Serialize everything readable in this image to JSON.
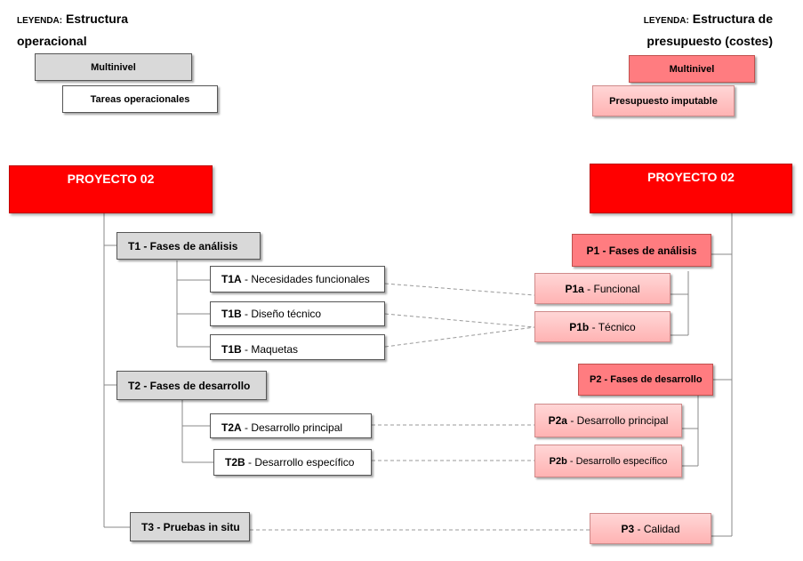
{
  "legend_left": {
    "prefix": "LEYENDA:",
    "title_1": "Estructura",
    "title_2": "operacional",
    "multilevel": "Multinivel",
    "leaf": "Tareas operacionales"
  },
  "legend_right": {
    "prefix": "LEYENDA:",
    "title_1": "Estructura de",
    "title_2": "presupuesto (costes)",
    "multilevel": "Multinivel",
    "leaf": "Presupuesto imputable"
  },
  "operational": {
    "root": "PROYECTO 02",
    "t1": "T1 - Fases de análisis",
    "t1a_code": "T1A",
    "t1a_label": " - Necesidades funcionales",
    "t1b_code": "T1B",
    "t1b_label": " - Diseño técnico",
    "t1c_code": "T1B",
    "t1c_label": " - Maquetas",
    "t2": "T2 - Fases de desarrollo",
    "t2a_code": "T2A",
    "t2a_label": " - Desarrollo principal",
    "t2b_code": "T2B",
    "t2b_label": " - Desarrollo específico",
    "t3": "T3 - Pruebas in situ"
  },
  "budget": {
    "root": "PROYECTO 02",
    "p1": "P1 - Fases de análisis",
    "p1a_code": "P1a",
    "p1a_label": " - Funcional",
    "p1b_code": "P1b",
    "p1b_label": " - Técnico",
    "p2": "P2 - Fases de desarrollo",
    "p2a_code": "P2a",
    "p2a_label": " - Desarrollo principal",
    "p2b_code": "P2b",
    "p2b_label": " - Desarrollo específico",
    "p3_code": "P3",
    "p3_label": " - Calidad"
  },
  "colors": {
    "root_red": "#ff0000",
    "multilevel_gray": "#d9d9d9",
    "budget_multilevel": "#ff7c80",
    "budget_leaf": "#ffc7c7"
  }
}
